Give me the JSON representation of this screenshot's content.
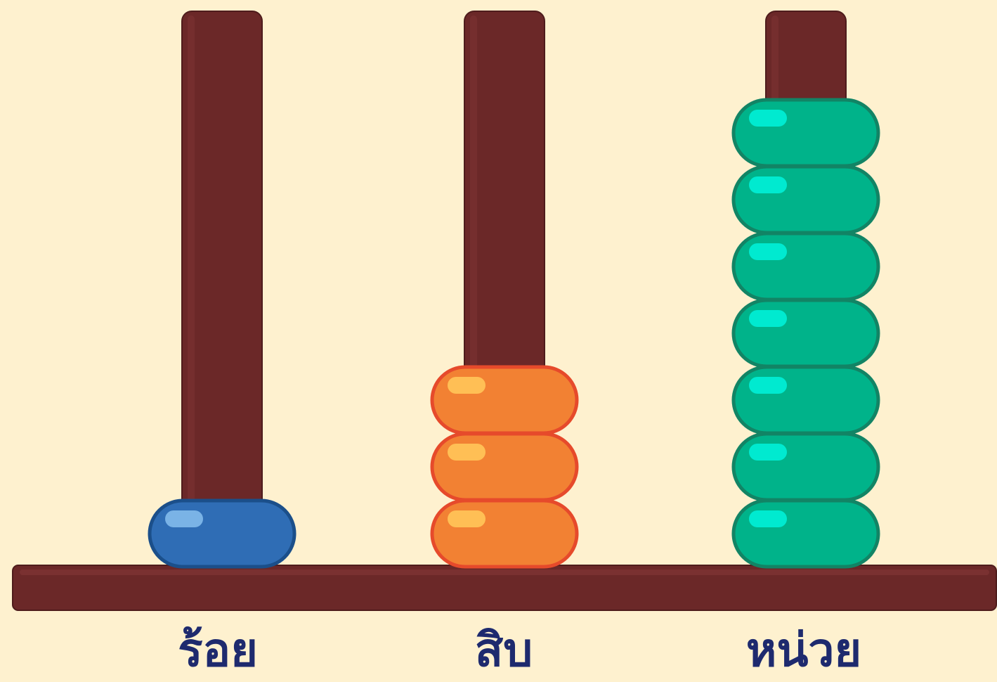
{
  "colors": {
    "background": "#fef1cf",
    "wood": "#6b2828",
    "wood_highlight": "#8a3a3a",
    "wood_shadow": "#4e1c1c",
    "label": "#1e2a6e"
  },
  "rods": [
    {
      "label": "ร้อย",
      "count": 1,
      "bead_fill": "#2f6db5",
      "bead_stroke": "#1b4f8a",
      "bead_highlight": "#7ab3e6"
    },
    {
      "label": "สิบ",
      "count": 3,
      "bead_fill": "#f28133",
      "bead_stroke": "#e64a2b",
      "bead_highlight": "#ffbf55"
    },
    {
      "label": "หน่วย",
      "count": 7,
      "bead_fill": "#00b38a",
      "bead_stroke": "#128465",
      "bead_highlight": "#00ead0"
    }
  ]
}
